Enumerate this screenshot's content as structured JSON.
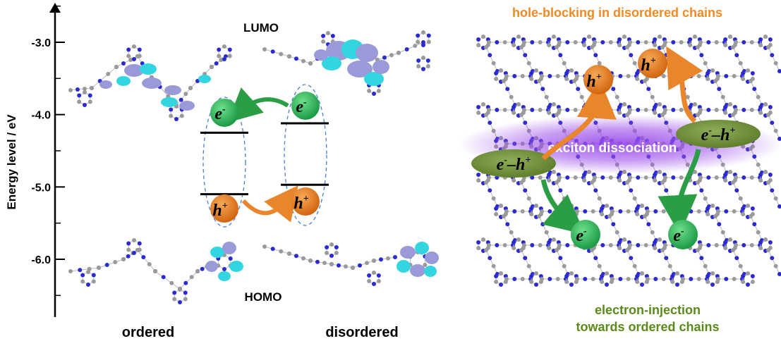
{
  "left_panel": {
    "axis": {
      "label": "Energy level / eV",
      "ticks": [
        "-3.0",
        "-4.0",
        "-5.0",
        "-6.0"
      ],
      "tick_values": [
        -3.0,
        -4.0,
        -5.0,
        -6.0
      ]
    },
    "lumo_label": "LUMO",
    "homo_label": "HOMO",
    "ordered_label": "ordered",
    "disordered_label": "disordered",
    "levels": {
      "ordered_lumo": -4.25,
      "ordered_homo": -5.1,
      "disordered_lumo": -4.12,
      "disordered_homo": -4.97
    },
    "electron_symbol": "e",
    "electron_sup": "-",
    "hole_symbol": "h",
    "hole_sup": "+"
  },
  "right_panel": {
    "title": "hole-blocking in disordered chains",
    "exciton_label": "exciton dissociation",
    "injection_line1": "electron-injection",
    "injection_line2": "towards ordered chains",
    "exciton_left": {
      "e": "e",
      "e_sup": "-",
      "dash": "–",
      "h": "h",
      "h_sup": "+"
    },
    "exciton_right": {
      "e": "e",
      "e_sup": "-",
      "dash": "–",
      "h": "h",
      "h_sup": "+"
    }
  },
  "colors": {
    "electron_green": "#2fb35a",
    "hole_orange": "#e07a1f",
    "title_orange": "#f08a24",
    "injection_green": "#5a8a1a",
    "exciton_purple": "#8a3fd0",
    "exciton_oval": "#6f8f3a",
    "nitrogen_blue": "#2a2ad0",
    "carbon_grey": "#9a9a9a",
    "orbital_cyan": "#33d6e0",
    "orbital_lavender": "#9a9ad8"
  }
}
